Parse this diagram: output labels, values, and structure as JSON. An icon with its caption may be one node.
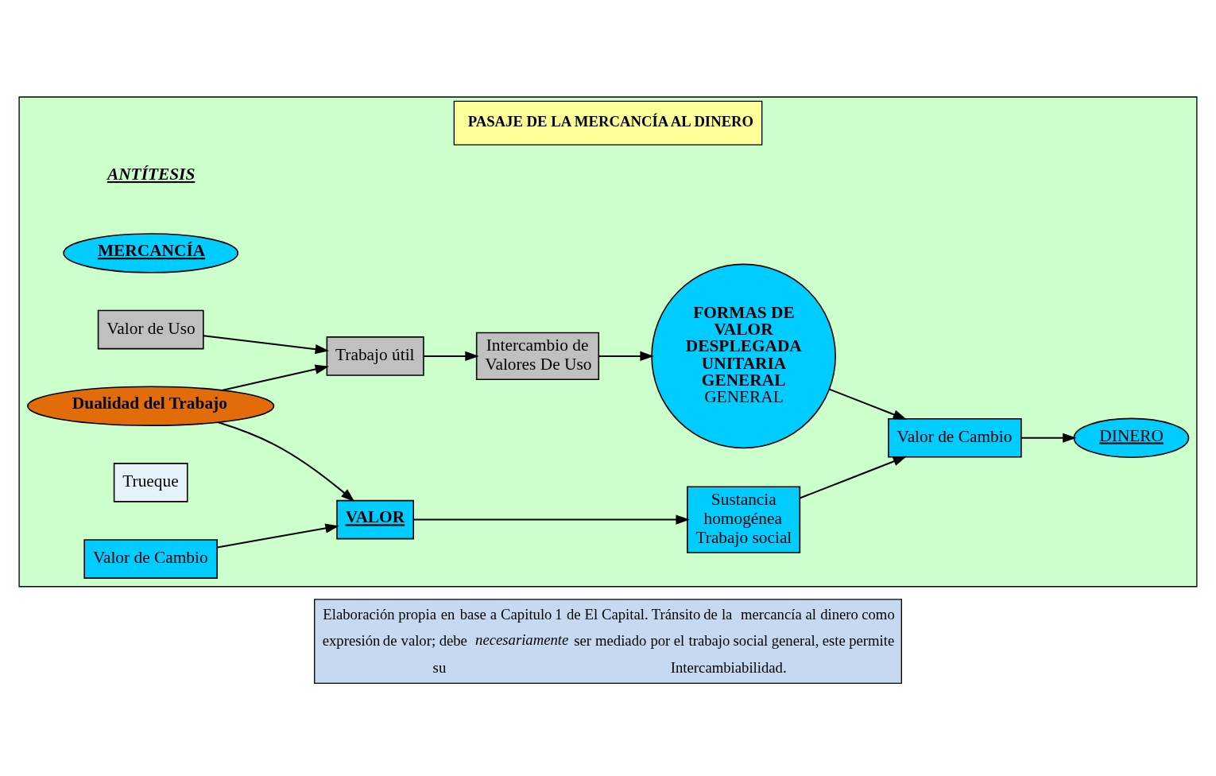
{
  "diagram": {
    "caption": "Elaboración propia en base a Capitulo 1 de El Capital. Tránsito de la  mercancía al dinero como expresión de valor; debe *necesariamente* ser mediado por el trabajo social general, este permite su Intercambiabilidad.",
    "nodes": [
      {
        "text": [
          "PASAJE DE LA MERCANCÍA AL DINERO"
        ]
      },
      {
        "text": [
          "MERCANCÍA"
        ],
        "in": 0
      },
      {
        "text": [
          "Valor de Uso"
        ],
        "in": 0
      },
      {
        "text": [
          "Valor de Cambio"
        ],
        "in": 0
      },
      {
        "text": [
          "Trabajo útil"
        ],
        "in": 0
      },
      {
        "text": [
          "Trueque"
        ],
        "in": 0
      },
      {
        "text": [
          "Dualidad del Trabajo"
        ],
        "in": 0
      },
      {
        "text": [
          "VALOR"
        ],
        "in": 0
      },
      {
        "text": [
          "Sustancia homogénea Trabajo social"
        ],
        "in": 0
      },
      {
        "text": [
          "Intercambio de Valores De Uso"
        ],
        "in": 0
      },
      {
        "text": [
          "FORMAS DE VALOR DESPLEGADA UNITARIA GENERAL",
          "GENERAL"
        ],
        "in": 0
      },
      {
        "text": [
          "Valor de Cambio"
        ],
        "in": 0
      },
      {
        "text": [
          "DINERO"
        ],
        "in": 0
      }
    ],
    "edges": [
      {
        "from": 2,
        "to": 4,
        "arrow": "to"
      },
      {
        "from": 4,
        "to": 9,
        "arrow": "to"
      },
      {
        "from": 6,
        "to": 4,
        "arrow": "to"
      },
      {
        "from": 6,
        "to": 7,
        "arrow": "to"
      },
      {
        "from": 3,
        "to": 7,
        "arrow": "to"
      },
      {
        "from": 7,
        "to": 8,
        "arrow": "to"
      },
      {
        "from": 9,
        "to": 10,
        "arrow": "to"
      },
      {
        "from": 10,
        "to": 11,
        "arrow": "to"
      },
      {
        "from": 8,
        "to": 11,
        "arrow": "to"
      },
      {
        "from": 11,
        "to": 12,
        "arrow": "to"
      }
    ],
    "labels": [
      "ANTÍTESIS"
    ]
  }
}
